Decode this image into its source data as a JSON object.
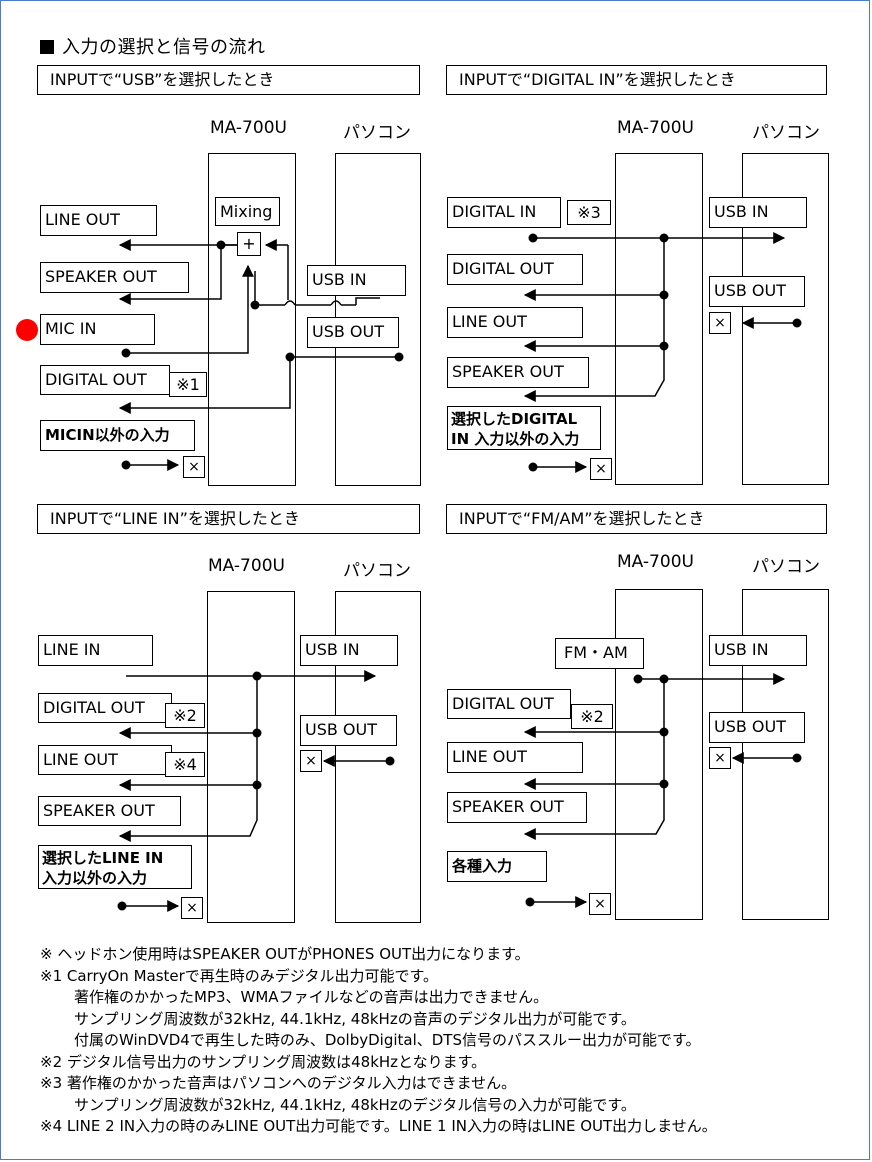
{
  "title": "入力の選択と信号の流れ",
  "labels": {
    "device": "MA-700U",
    "pc": "パソコン"
  },
  "symbols": {
    "x": "×",
    "plus": "+"
  },
  "panels": {
    "usb": {
      "header": "INPUTで“USB”を選択したとき",
      "line_out": "LINE OUT",
      "speaker_out": "SPEAKER OUT",
      "mic_in": "MIC IN",
      "digital_out": "DIGITAL OUT",
      "note_ref": "※1",
      "other_input": "MICIN以外の入力",
      "mixing": "Mixing",
      "usb_in": "USB IN",
      "usb_out": "USB OUT"
    },
    "digital": {
      "header": "INPUTで“DIGITAL IN”を選択したとき",
      "digital_in": "DIGITAL IN",
      "note_ref": "※3",
      "digital_out": "DIGITAL OUT",
      "line_out": "LINE OUT",
      "speaker_out": "SPEAKER OUT",
      "other_input_1": "選択したDIGITAL",
      "other_input_2": "IN 入力以外の入力",
      "usb_in": "USB IN",
      "usb_out": "USB OUT"
    },
    "linein": {
      "header": "INPUTで“LINE IN”を選択したとき",
      "line_in": "LINE IN",
      "digital_out": "DIGITAL OUT",
      "note_ref_2": "※2",
      "line_out": "LINE OUT",
      "note_ref_4": "※4",
      "speaker_out": "SPEAKER OUT",
      "other_input_1": "選択したLINE IN",
      "other_input_2": "入力以外の入力",
      "usb_in": "USB IN",
      "usb_out": "USB OUT"
    },
    "fmam": {
      "header": "INPUTで“FM/AM”を選択したとき",
      "fm_am": "FM・AM",
      "digital_out": "DIGITAL OUT",
      "note_ref": "※2",
      "line_out": "LINE OUT",
      "speaker_out": "SPEAKER OUT",
      "other_input": "各種入力",
      "usb_in": "USB IN",
      "usb_out": "USB OUT"
    }
  },
  "notes": [
    "※ ヘッドホン使用時はSPEAKER OUTがPHONES OUT出力になります。",
    "※1 CarryOn Masterで再生時のみデジタル出力可能です。",
    "著作権のかかったMP3、WMAファイルなどの音声は出力できません。",
    "サンプリング周波数が32kHz, 44.1kHz, 48kHzの音声のデジタル出力が可能です。",
    "付属のWinDVD4で再生した時のみ、DolbyDigital、DTS信号のパススルー出力が可能です。",
    "※2 デジタル信号出力のサンプリング周波数は48kHzとなります。",
    "※3 著作権のかかった音声はパソコンへのデジタル入力はできません。",
    "サンプリング周波数が32kHz, 44.1kHz, 48kHzのデジタル信号の入力が可能です。",
    "※4 LINE 2 IN入力の時のみLINE OUT出力可能です。LINE 1 IN入力の時はLINE OUT出力しません。"
  ]
}
